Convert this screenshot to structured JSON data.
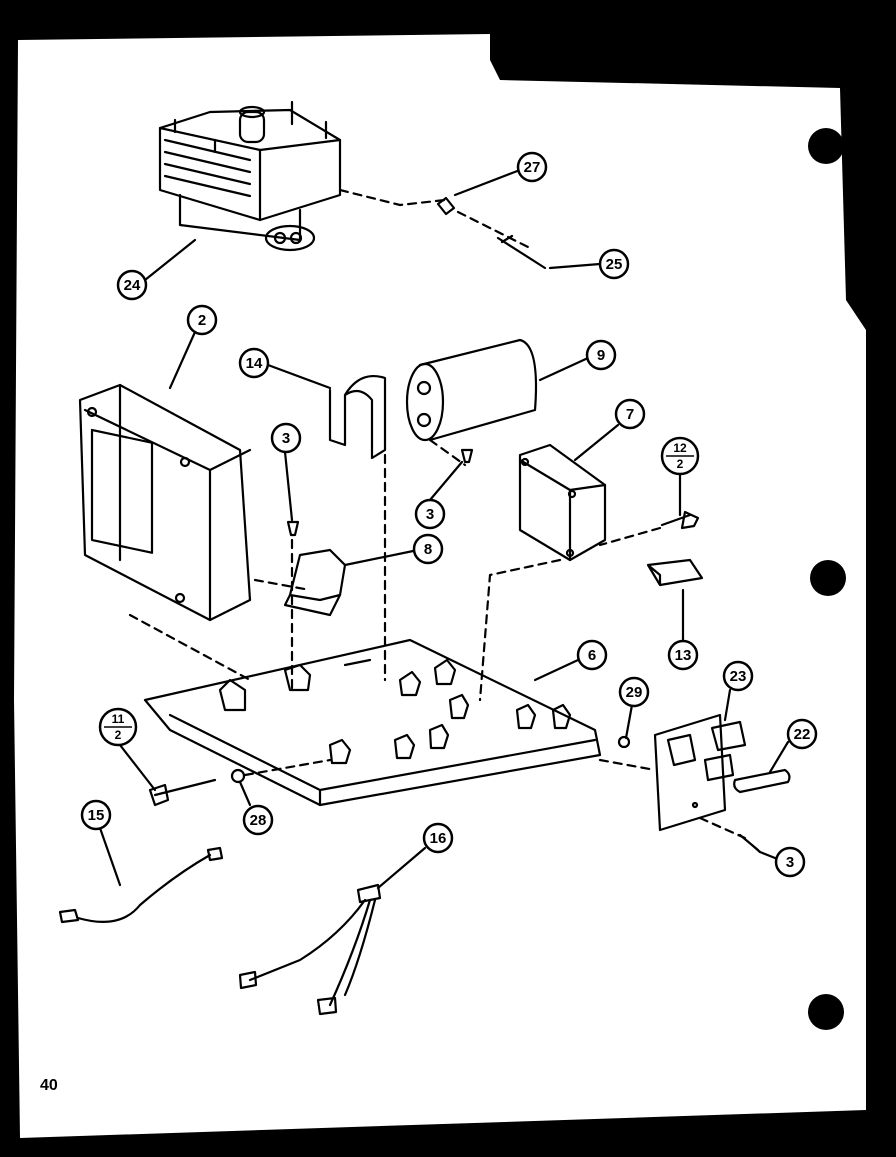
{
  "diagram": {
    "page_number": "40",
    "callouts": {
      "c24": "24",
      "c27": "27",
      "c25": "25",
      "c2": "2",
      "c14": "14",
      "c9": "9",
      "c7": "7",
      "c12_2_top": "12",
      "c12_2_bottom": "2",
      "c3a": "3",
      "c3b": "3",
      "c8": "8",
      "c13": "13",
      "c6": "6",
      "c23": "23",
      "c29": "29",
      "c22": "22",
      "c11_2_top": "11",
      "c11_2_bottom": "2",
      "c28": "28",
      "c15": "15",
      "c16": "16",
      "c3c": "3"
    }
  }
}
